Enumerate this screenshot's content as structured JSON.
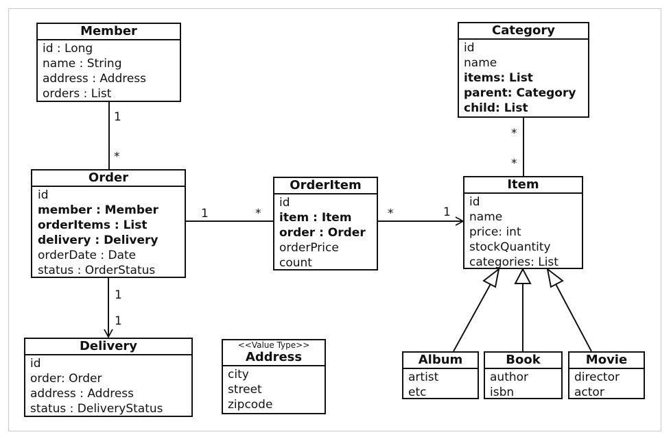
{
  "classes": {
    "member": {
      "name": "Member",
      "attrs": [
        "id : Long",
        "name : String",
        "address : Address",
        "orders : List"
      ]
    },
    "category": {
      "name": "Category",
      "attrs": [
        "id",
        "name",
        "items: List",
        "parent: Category",
        "child: List"
      ]
    },
    "order": {
      "name": "Order",
      "attrs": [
        "id",
        "member : Member",
        "orderItems : List",
        "delivery : Delivery",
        "orderDate : Date",
        "status : OrderStatus"
      ]
    },
    "orderitem": {
      "name": "OrderItem",
      "attrs": [
        "id",
        "item : Item",
        "order : Order",
        "orderPrice",
        "count"
      ]
    },
    "item": {
      "name": "Item",
      "attrs": [
        "id",
        "name",
        "price: int",
        "stockQuantity",
        "categories: List"
      ]
    },
    "delivery": {
      "name": "Delivery",
      "attrs": [
        "id",
        "order: Order",
        "address : Address",
        "status : DeliveryStatus"
      ]
    },
    "address": {
      "stereotype": "<<Value Type>>",
      "name": "Address",
      "attrs": [
        "city",
        "street",
        "zipcode"
      ]
    },
    "album": {
      "name": "Album",
      "attrs": [
        "artist",
        "etc"
      ]
    },
    "book": {
      "name": "Book",
      "attrs": [
        "author",
        "isbn"
      ]
    },
    "movie": {
      "name": "Movie",
      "attrs": [
        "director",
        "actor"
      ]
    }
  },
  "multiplicities": {
    "member_order_member": "1",
    "member_order_order": "*",
    "order_orderitem_order": "1",
    "order_orderitem_orderitem": "*",
    "orderitem_item_orderitem": "*",
    "orderitem_item_item": "1",
    "category_item_category": "*",
    "category_item_item": "*",
    "order_delivery_order": "1",
    "order_delivery_delivery": "1"
  }
}
